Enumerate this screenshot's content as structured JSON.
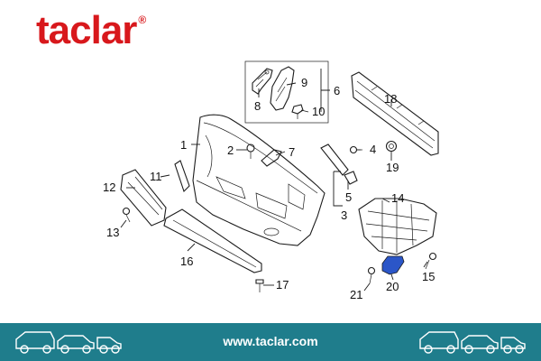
{
  "brand": {
    "name": "taclar",
    "reg_mark": "®",
    "brand_color": "#d8181c"
  },
  "diagram": {
    "callouts": [
      "1",
      "2",
      "3",
      "4",
      "5",
      "6",
      "7",
      "8",
      "9",
      "10",
      "11",
      "12",
      "13",
      "14",
      "15",
      "16",
      "17",
      "18",
      "19",
      "20",
      "21"
    ],
    "highlight_color": "#2b56c8"
  },
  "footer": {
    "url": "www.taclar.com",
    "background_color": "#1f7d8c",
    "icons": [
      "vehicles-icon-left",
      "vehicles-icon-right"
    ]
  }
}
